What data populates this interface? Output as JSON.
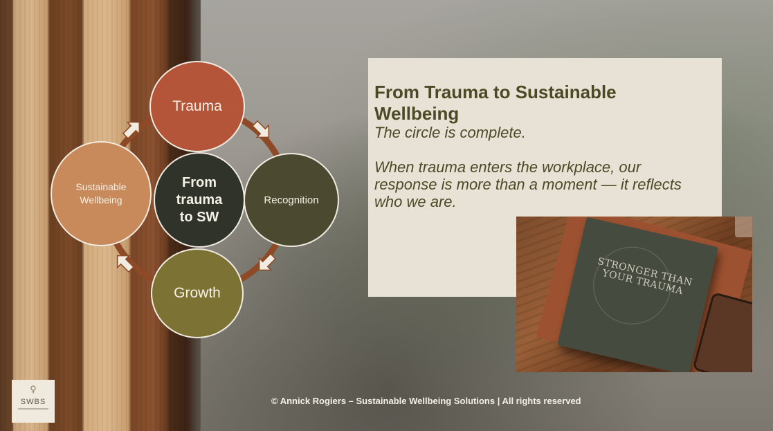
{
  "diagram": {
    "nodes": {
      "trauma": "Trauma",
      "recognition": "Recognition",
      "growth": "Growth",
      "sustainable_line1": "Sustainable",
      "sustainable_line2": "Wellbeing",
      "center_line1": "From",
      "center_line2": "trauma",
      "center_line3": "to SW"
    },
    "colors": {
      "trauma": "#b4553a",
      "recognition": "#4b4a30",
      "growth": "#7b7234",
      "sustainable": "#c88a5a",
      "center": "#2f3329",
      "cycle_ring": "#8e4a26"
    }
  },
  "card": {
    "title": "From Trauma to Sustainable Wellbeing",
    "subtitle": "The circle is complete.",
    "body": "When trauma enters the workplace, our response is more than a moment — it reflects who we are."
  },
  "photo": {
    "book_title_line1": "STRONGER THAN",
    "book_title_line2": "YOUR TRAUMA"
  },
  "logo": {
    "text": "SWBS"
  },
  "footer": {
    "text": "© Annick Rogiers – Sustainable Wellbeing Solutions | All rights reserved"
  }
}
